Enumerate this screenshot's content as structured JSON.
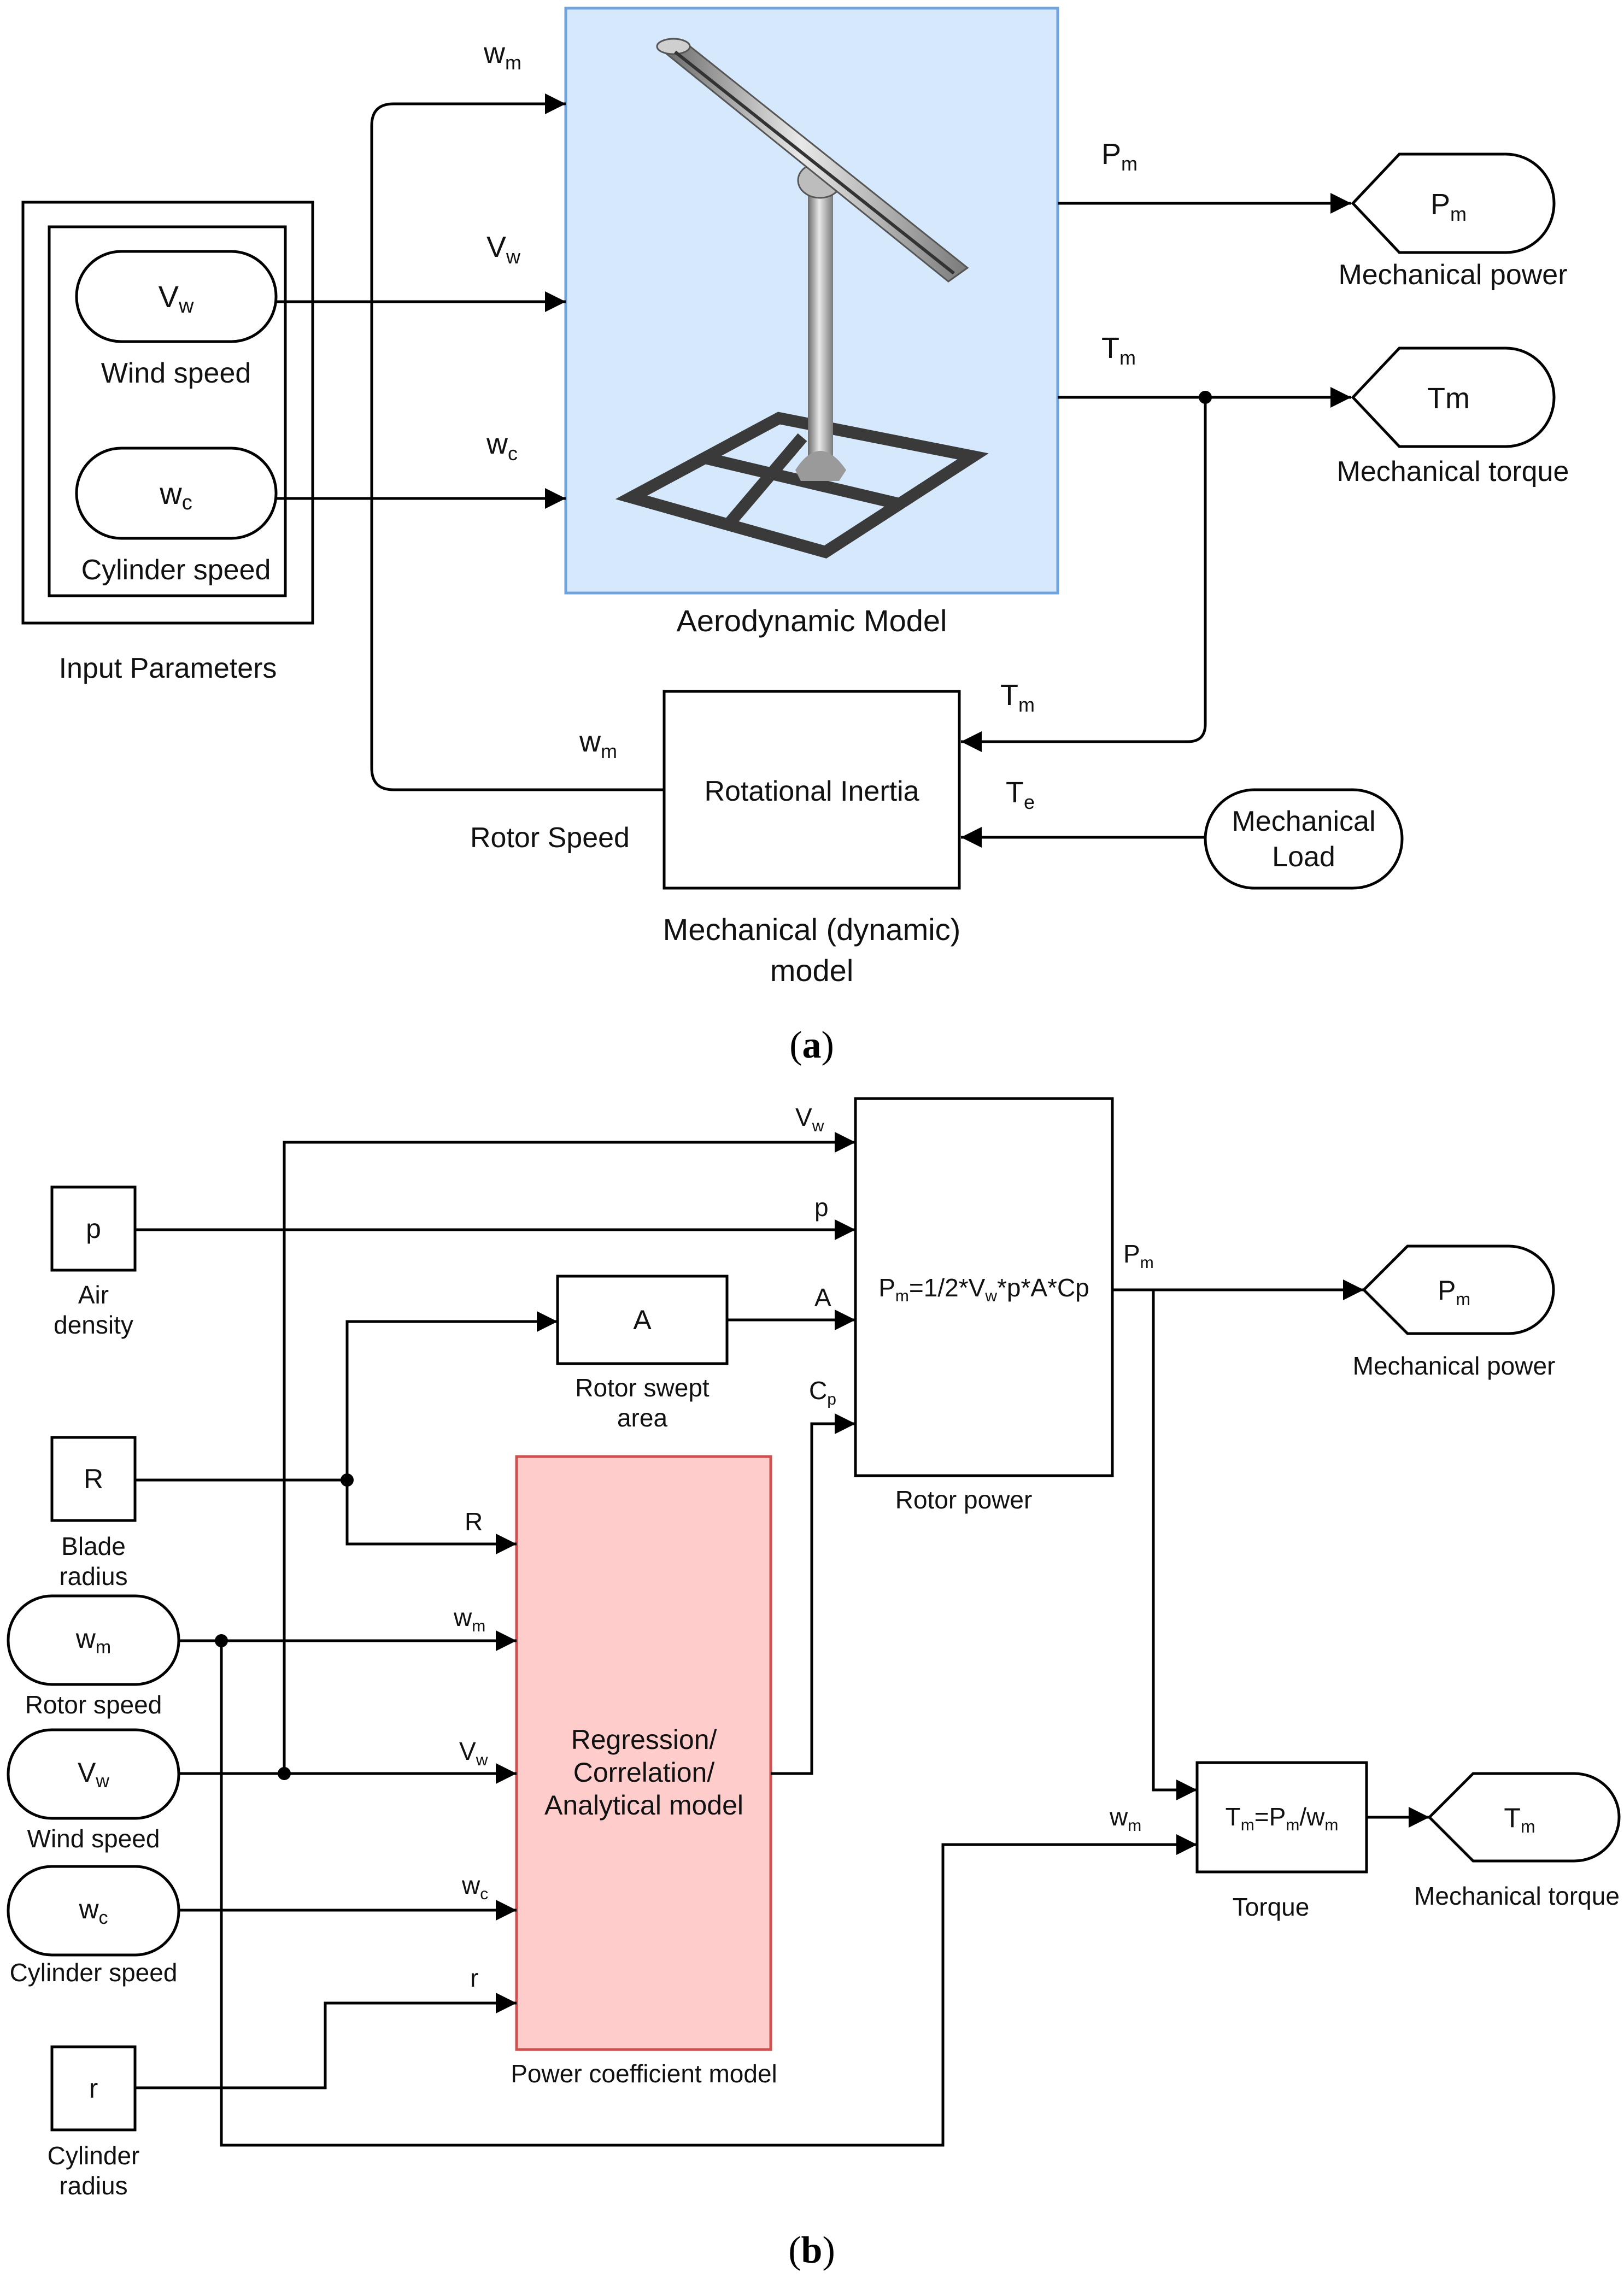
{
  "panel_a": {
    "caption": {
      "open": "(",
      "letter": "a",
      "close": ")"
    },
    "input_group": {
      "title": "Input Parameters",
      "wind": {
        "symbol": "V",
        "sub": "w",
        "label": "Wind speed"
      },
      "cylinder": {
        "symbol": "w",
        "sub": "c",
        "label": "Cylinder speed"
      }
    },
    "aero_block": {
      "title": "Aerodynamic Model"
    },
    "signals": {
      "wm_in": {
        "symbol": "w",
        "sub": "m"
      },
      "vw_in": {
        "symbol": "V",
        "sub": "w"
      },
      "wc_in": {
        "symbol": "w",
        "sub": "c"
      },
      "pm_out": {
        "symbol": "P",
        "sub": "m"
      },
      "tm_out": {
        "symbol": "T",
        "sub": "m"
      },
      "tm_feedback": {
        "symbol": "T",
        "sub": "m"
      },
      "te_in": {
        "symbol": "T",
        "sub": "e"
      },
      "wm_feedback": {
        "symbol": "w",
        "sub": "m"
      },
      "rotor_speed": "Rotor Speed"
    },
    "outputs": {
      "power": {
        "symbol": "P",
        "sub": "m",
        "label": "Mechanical power"
      },
      "torque": {
        "symbol": "Tm",
        "label": "Mechanical torque"
      }
    },
    "inertia_block": {
      "text": "Rotational Inertia",
      "caption_line1": "Mechanical (dynamic)",
      "caption_line2": "model"
    },
    "load": {
      "line1": "Mechanical",
      "line2": "Load"
    }
  },
  "panel_b": {
    "caption": {
      "open": "(",
      "letter": "b",
      "close": ")"
    },
    "inputs": {
      "air_density": {
        "symbol": "p",
        "line1": "Air",
        "line2": "density"
      },
      "blade_radius": {
        "symbol": "R",
        "line1": "Blade",
        "line2": "radius"
      },
      "rotor_speed": {
        "symbol": "w",
        "sub": "m",
        "label": "Rotor speed"
      },
      "wind_speed": {
        "symbol": "V",
        "sub": "w",
        "label": "Wind speed"
      },
      "cylinder_speed": {
        "symbol": "w",
        "sub": "c",
        "label": "Cylinder speed"
      },
      "cylinder_radius": {
        "symbol": "r",
        "line1": "Cylinder",
        "line2": "radius"
      }
    },
    "swept_area": {
      "symbol": "A",
      "line1": "Rotor swept",
      "line2": "area"
    },
    "rotor_power": {
      "eq_a": "P",
      "eq_a_sub": "m",
      "eq_b": "=1/2*V",
      "eq_b_sub": "w",
      "eq_c": "*p*A*Cp",
      "label": "Rotor power"
    },
    "cp_model": {
      "line1": "Regression/",
      "line2": "Correlation/",
      "line3": "Analytical model",
      "label": "Power coefficient model"
    },
    "torque_block": {
      "eq_a": "T",
      "eq_a_sub": "m",
      "eq_b": "=P",
      "eq_b_sub": "m",
      "eq_c": "/w",
      "eq_c_sub": "m",
      "label": "Torque"
    },
    "signals": {
      "vw": {
        "symbol": "V",
        "sub": "w"
      },
      "p": "p",
      "a": "A",
      "cp": {
        "symbol": "C",
        "sub": "p"
      },
      "r_big": "R",
      "wm": {
        "symbol": "w",
        "sub": "m"
      },
      "vw2": {
        "symbol": "V",
        "sub": "w"
      },
      "wc": {
        "symbol": "w",
        "sub": "c"
      },
      "r_small": "r",
      "pm": {
        "symbol": "P",
        "sub": "m"
      },
      "wm_torque": {
        "symbol": "w",
        "sub": "m"
      }
    },
    "outputs": {
      "power": {
        "symbol": "P",
        "sub": "m",
        "label": "Mechanical power"
      },
      "torque": {
        "symbol": "T",
        "sub": "m",
        "label": "Mechanical torque"
      }
    }
  },
  "colors": {
    "aero_fill": "#d6e8fb",
    "aero_stroke": "#6fa4dc",
    "cp_fill": "#ffcccc",
    "cp_stroke": "#d05050",
    "line": "#000000"
  }
}
